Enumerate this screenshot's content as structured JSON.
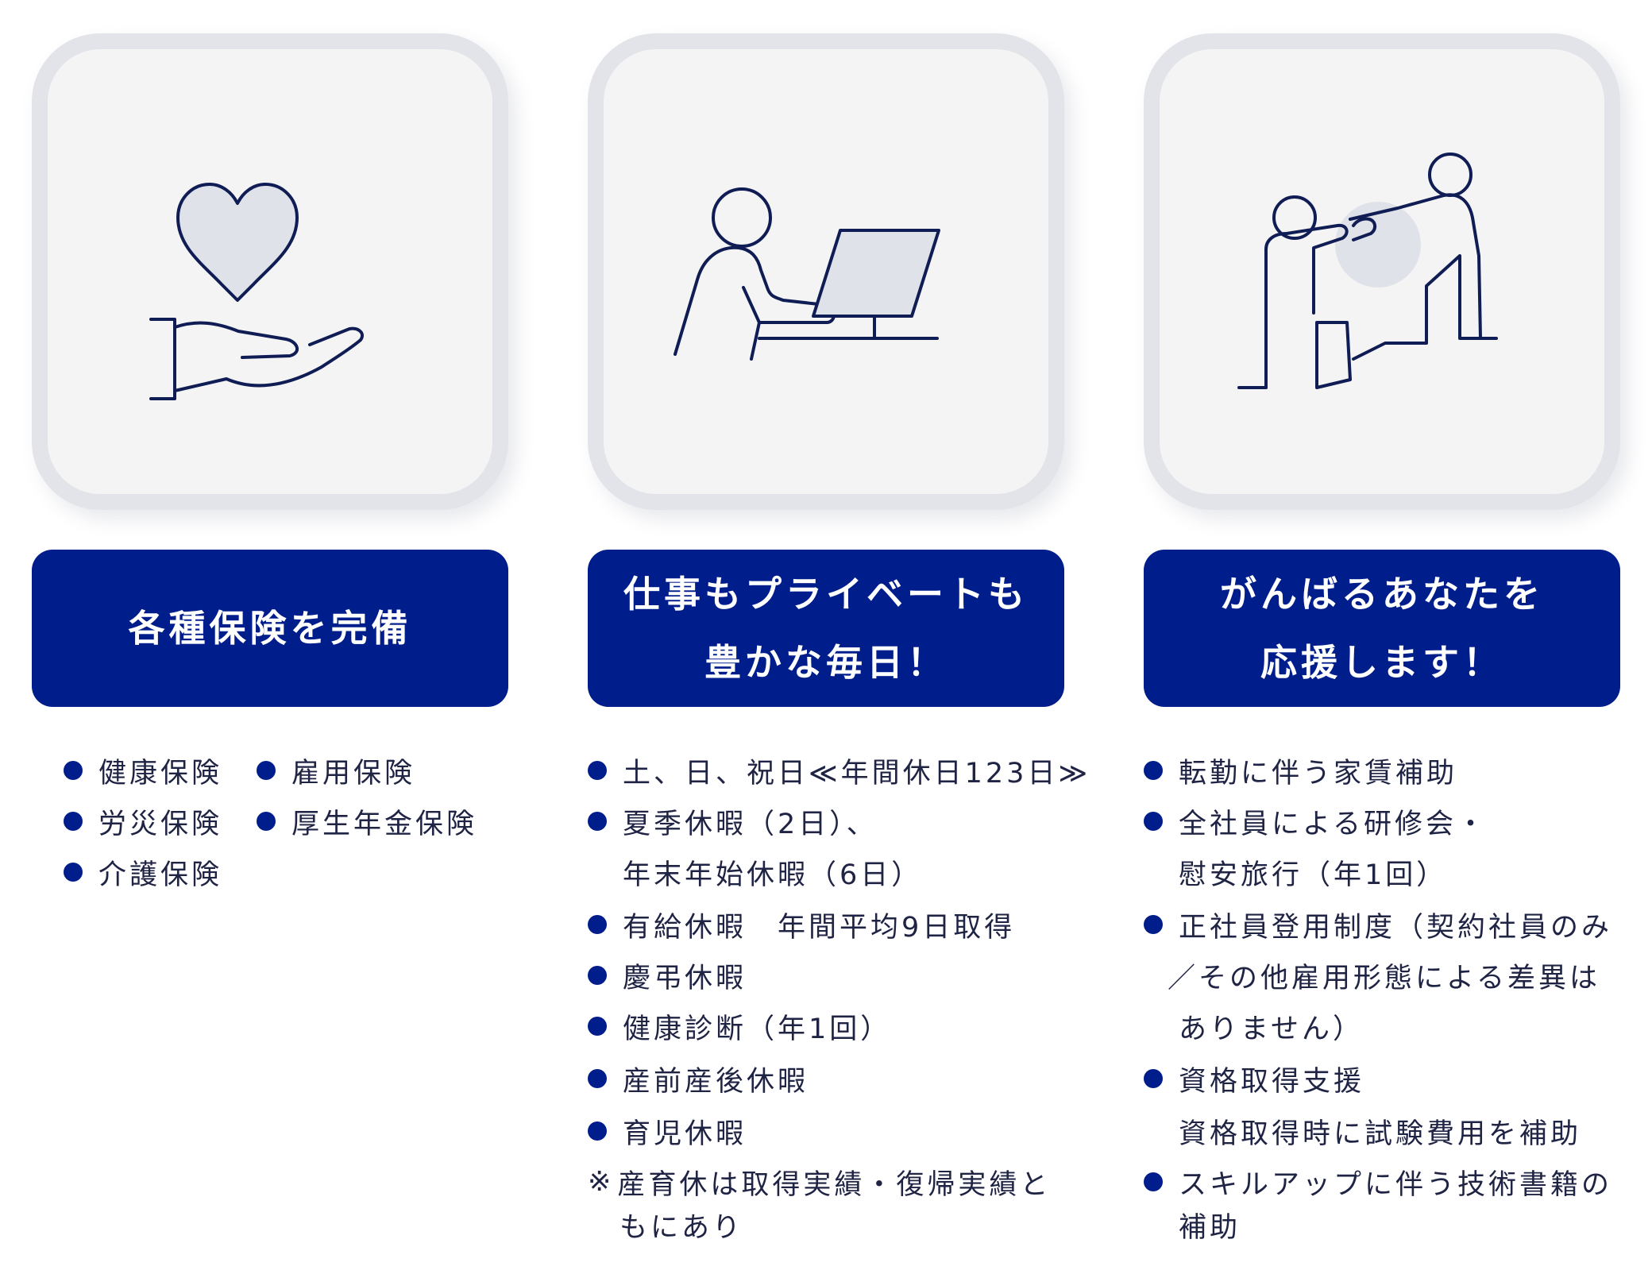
{
  "columns": [
    {
      "title_lines": [
        "各種保険を完備"
      ],
      "icon": "heart-in-hand-icon",
      "items": [
        "健康保険",
        "雇用保険",
        "労災保険",
        "厚生年金保険",
        "介護保険"
      ]
    },
    {
      "title_lines": [
        "仕事もプライベートも",
        "豊かな毎日！"
      ],
      "icon": "person-at-computer-icon",
      "items": [
        "土、日、祝日≪年間休日123日≫",
        "夏季休暇（2日）、",
        "年末年始休暇（6日）",
        "有給休暇　年間平均9日取得",
        "慶弔休暇",
        "健康診断（年1回）",
        "産前産後休暇",
        "育児休暇"
      ],
      "note_mark": "※",
      "note_lines": [
        "産育休は取得実績・復帰実績と",
        "もにあり"
      ]
    },
    {
      "title_lines": [
        "がんばるあなたを",
        "応援します！"
      ],
      "icon": "helping-hand-climb-icon",
      "items": [
        "転勤に伴う家賃補助",
        "全社員による研修会・",
        "慰安旅行（年1回）",
        "正社員登用制度（契約社員のみ",
        "／その他雇用形態による差異は",
        "ありません）",
        "資格取得支援",
        "資格取得時に試験費用を補助",
        "スキルアップに伴う技術書籍の",
        "補助"
      ]
    }
  ],
  "colors": {
    "accent": "#001d8c",
    "card_frame": "#e2e4ea",
    "card_fill": "#f4f4f5",
    "icon_fill": "#e0e2ea",
    "text": "#1f2344"
  }
}
